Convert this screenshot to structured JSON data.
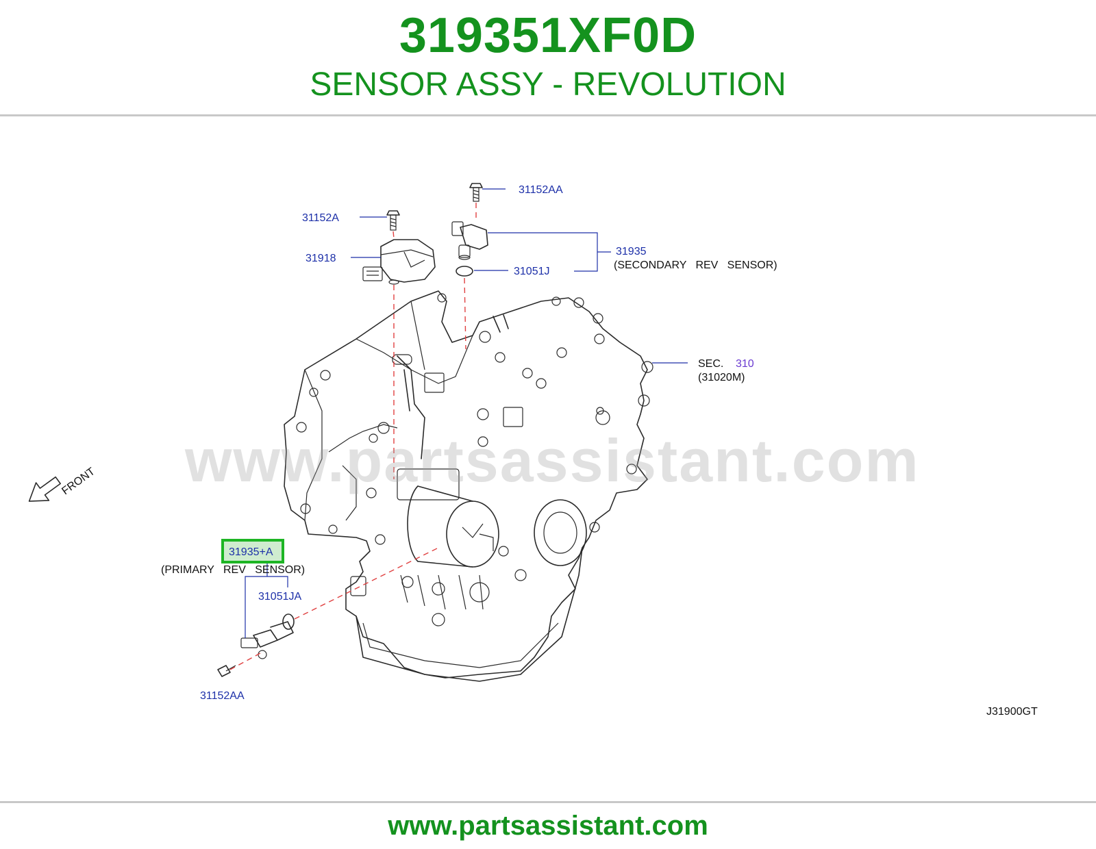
{
  "header": {
    "part_number": "319351XF0D",
    "description": "SENSOR ASSY - REVOLUTION"
  },
  "diagram": {
    "callouts": {
      "bolt_top_right": "31152AA",
      "bolt_top_left": "31152A",
      "cover": "31918",
      "secondary_sensor": "31935",
      "secondary_sensor_name": "(SECONDARY   REV   SENSOR)",
      "o_ring_top": "31051J",
      "sec_prefix": "SEC.",
      "sec_number": "310",
      "sec_ref": "(31020M)",
      "front": "FRONT",
      "primary_sensor_highlight": "31935+A",
      "primary_sensor_name": "(PRIMARY   REV   SENSOR)",
      "o_ring_bottom": "31051JA",
      "bolt_bottom": "31152AA",
      "figure_code": "J31900GT"
    },
    "watermark": "www.partsassistant.com"
  },
  "footer": {
    "url": "www.partsassistant.com"
  },
  "colors": {
    "brand_green": "#14921e",
    "callout_blue": "#1c2fa8",
    "highlight_box": "#1db524",
    "highlight_fill": "#cfeccf",
    "leader_red": "#e04040"
  }
}
